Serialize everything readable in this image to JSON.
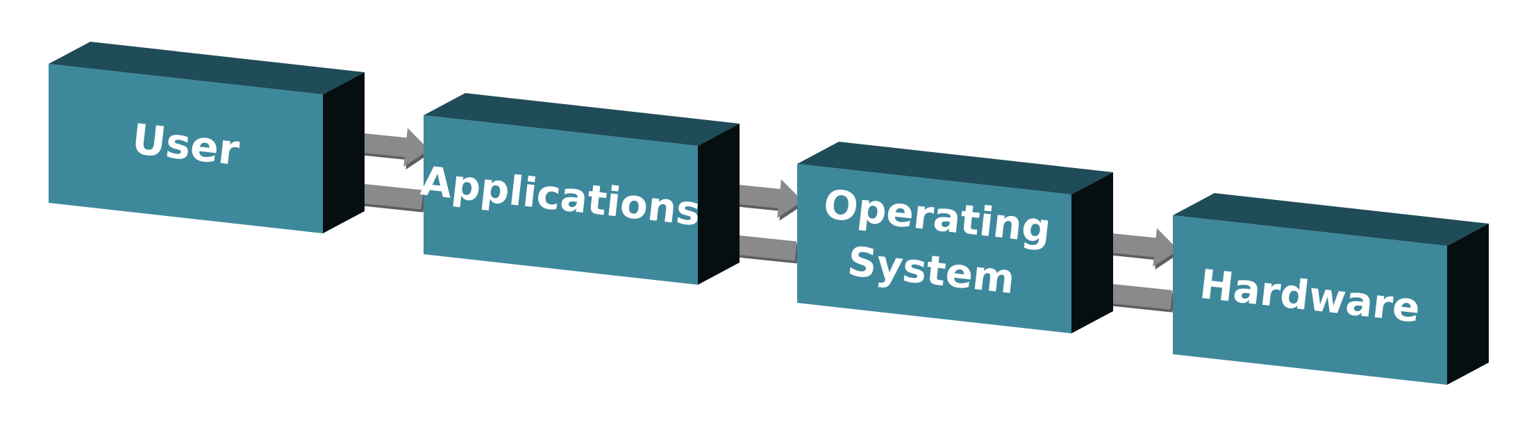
{
  "diagram": {
    "colors": {
      "front": "#3E889C",
      "top": "#1F4C58",
      "side": "#050F12",
      "arrow": "#8A8A8A",
      "arrow_edge": "#5E5E5E",
      "text": "#FFFFFF"
    },
    "boxes": [
      {
        "id": "user",
        "label_lines": [
          "User"
        ]
      },
      {
        "id": "applications",
        "label_lines": [
          "Applications"
        ]
      },
      {
        "id": "operating-system",
        "label_lines": [
          "Operating",
          "System"
        ]
      },
      {
        "id": "hardware",
        "label_lines": [
          "Hardware"
        ]
      }
    ],
    "connectors": [
      {
        "from": "user",
        "to": "applications",
        "directions": [
          "forward",
          "backward"
        ]
      },
      {
        "from": "applications",
        "to": "operating-system",
        "directions": [
          "forward",
          "backward"
        ]
      },
      {
        "from": "operating-system",
        "to": "hardware",
        "directions": [
          "forward",
          "backward"
        ]
      }
    ]
  }
}
